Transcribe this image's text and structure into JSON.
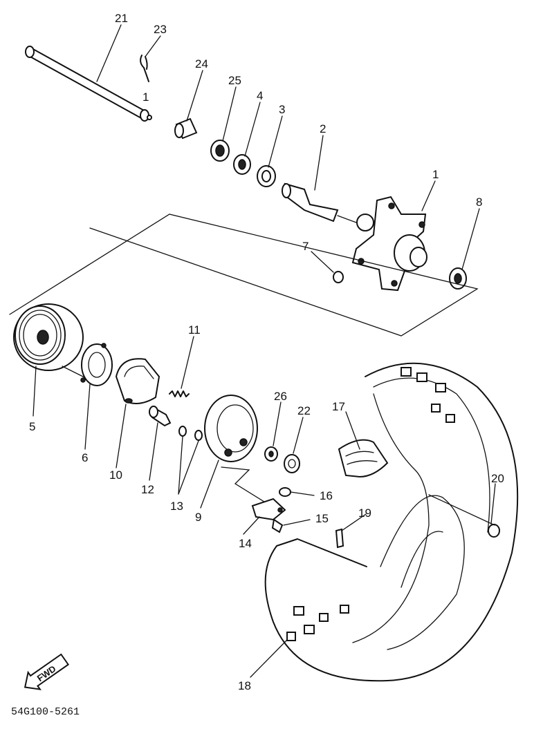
{
  "diagram": {
    "part_numbers": {
      "p1": "1",
      "p2": "2",
      "p3": "3",
      "p4": "4",
      "p5": "5",
      "p6": "6",
      "p7": "7",
      "p8": "8",
      "p9": "9",
      "p10": "10",
      "p11": "11",
      "p12": "12",
      "p13": "13",
      "p14": "14",
      "p15": "15",
      "p16": "16",
      "p17": "17",
      "p18": "18",
      "p19": "19",
      "p20": "20",
      "p21": "21",
      "p22": "22",
      "p23": "23",
      "p24": "24",
      "p25": "25",
      "p26": "26",
      "p1b": "1"
    },
    "fwd_label": "FWD",
    "drawing_code": "54G100-5261"
  }
}
